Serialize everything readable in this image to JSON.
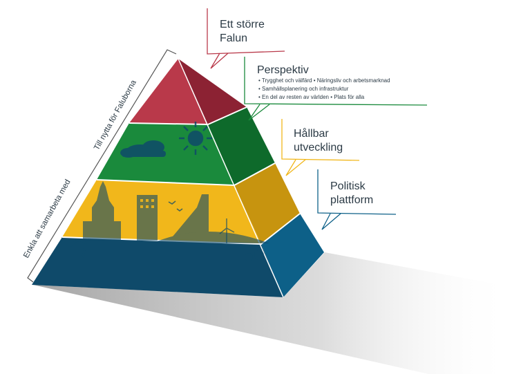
{
  "side_labels": {
    "outer": "Enkla att samarbeta med",
    "inner": "Till nytta för Faluborna"
  },
  "callouts": {
    "top": {
      "line1": "Ett större",
      "line2": "Falun"
    },
    "perspective": {
      "title": "Perspektiv",
      "bullets": [
        "• Trygghet och välfärd • Näringsliv och arbetsmarknad",
        "• Samhällsplanering och infrastruktur",
        "• En del av resten av världen • Plats för alla"
      ]
    },
    "sustainable": {
      "line1": "Hållbar",
      "line2": "utveckling"
    },
    "political": {
      "line1": "Politisk",
      "line2": "plattform"
    }
  },
  "colors": {
    "red": "#b9394a",
    "red_dark": "#8c2233",
    "green": "#1a8a3c",
    "green_dark": "#0e6a2b",
    "yellow": "#f1b71b",
    "yellow_dark": "#c7940f",
    "blue": "#0f4a6a",
    "blue_dark": "#0d6088",
    "silhouette": "#0f4a6a"
  }
}
